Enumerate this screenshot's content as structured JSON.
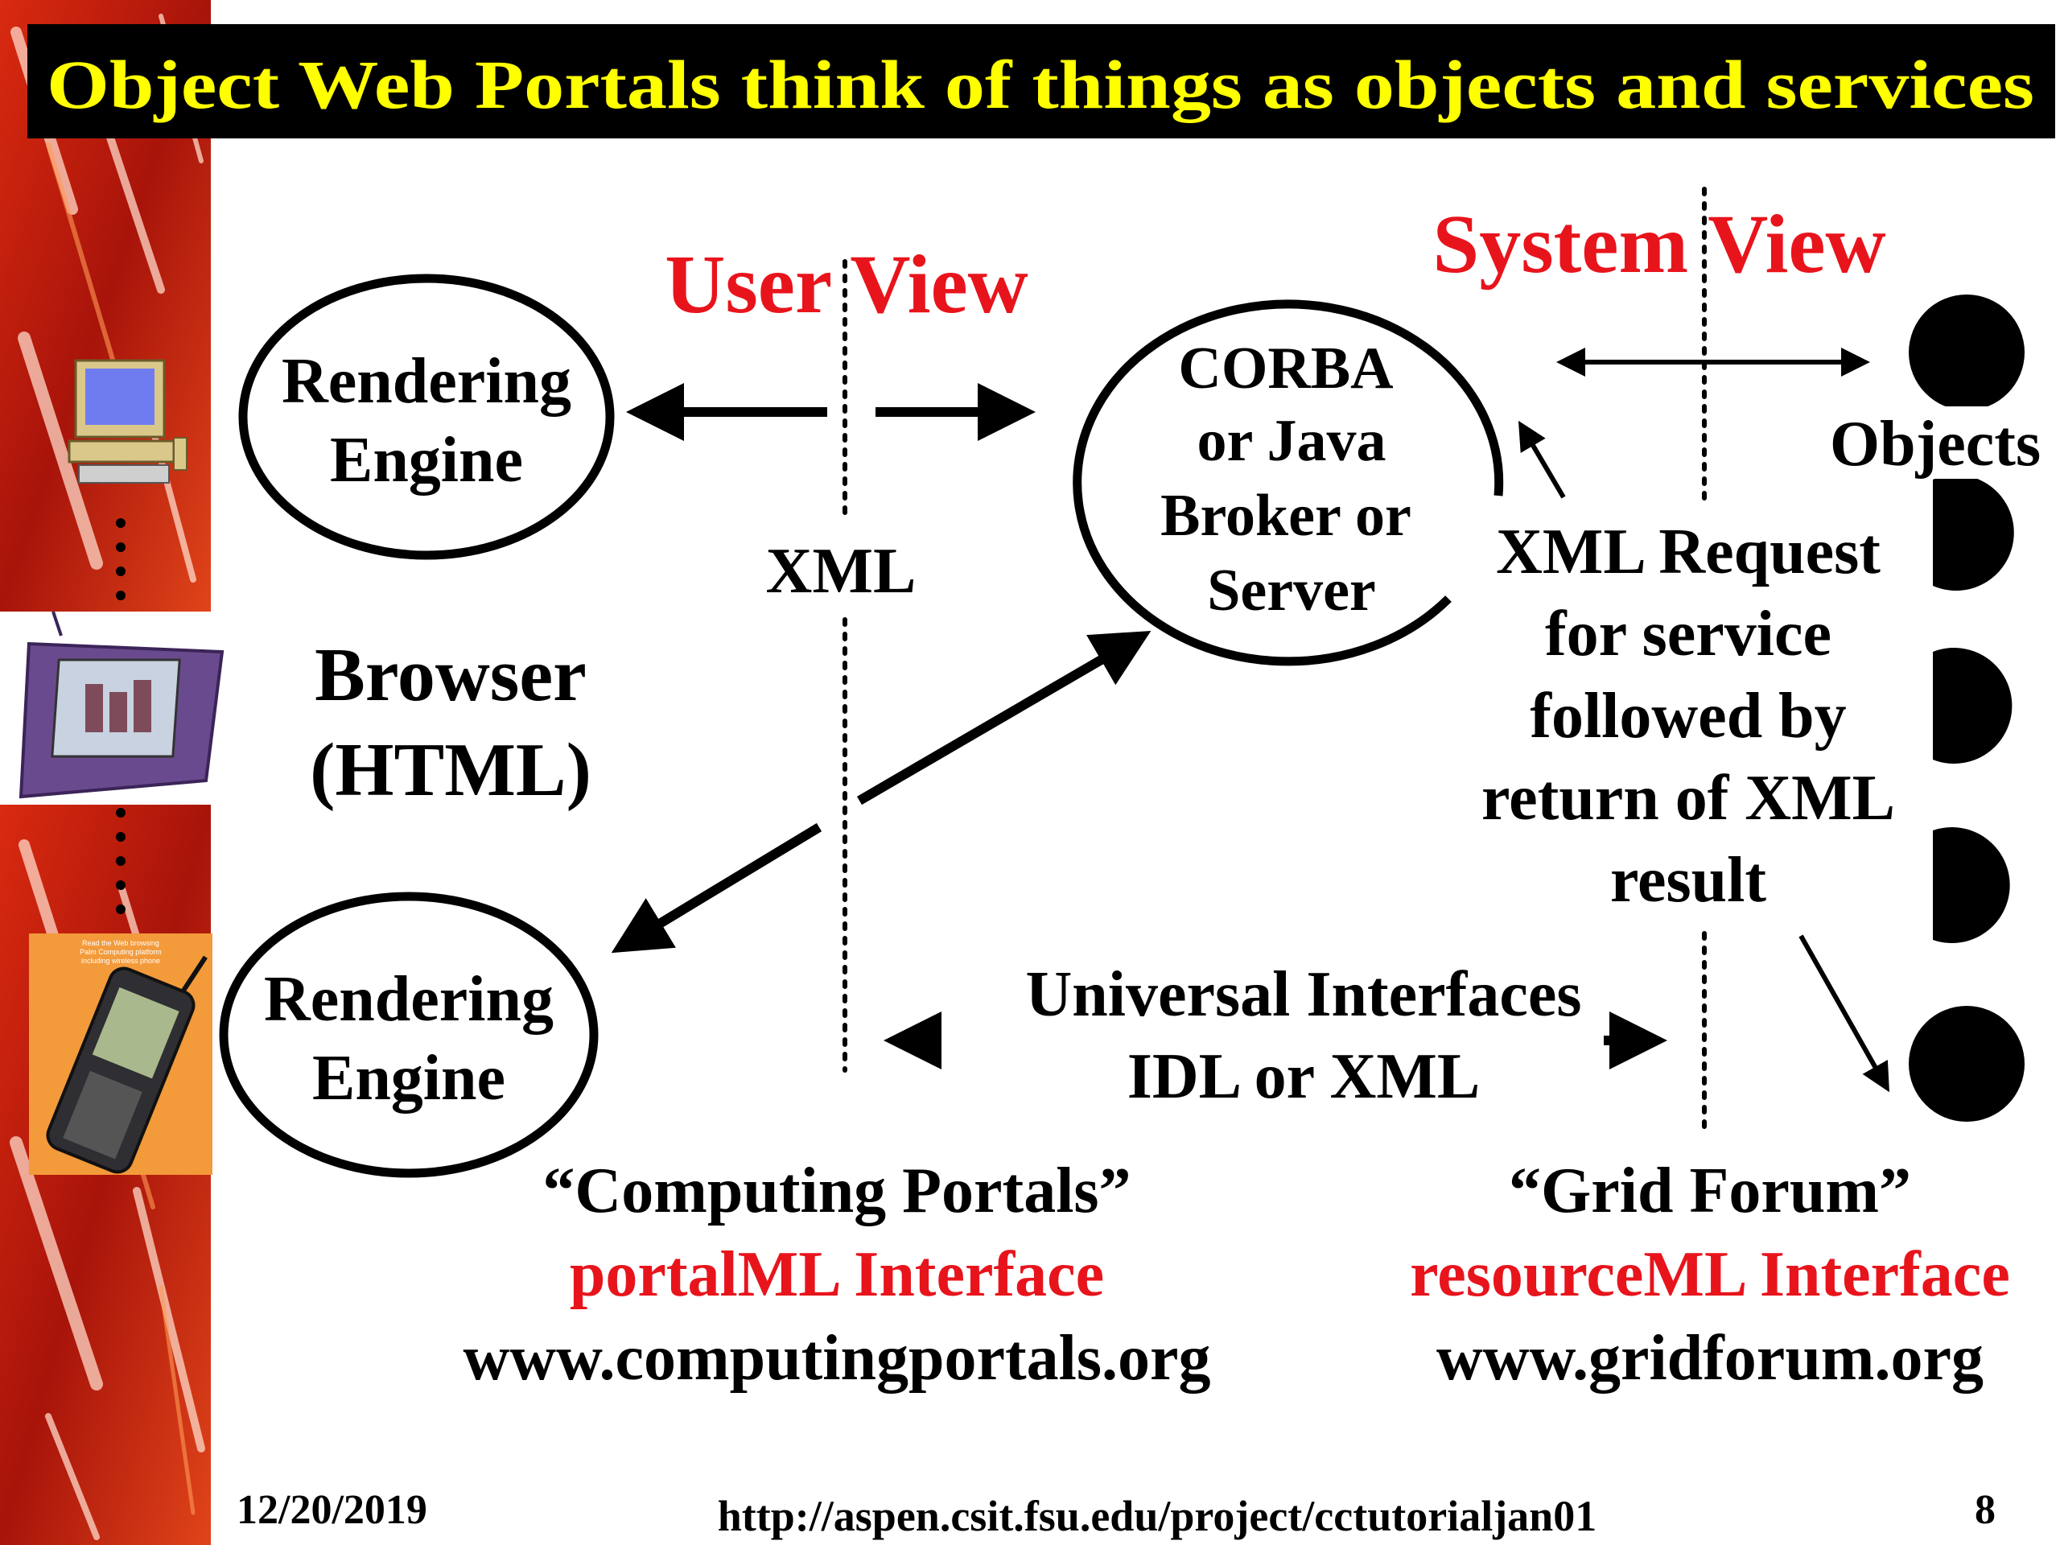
{
  "title": "Object Web Portals think of things as objects and services",
  "colors": {
    "title_bg": "#000000",
    "title_text": "#ffff00",
    "red": "#e8141c",
    "text": "#000000",
    "sidebar_red": "#c81e12",
    "sidebar_orange": "#f39a3a"
  },
  "labels": {
    "user_view": "User View",
    "system_view": "System View",
    "xml": "XML",
    "browser": "Browser",
    "browser_html": "(HTML)",
    "objects": "Objects",
    "rendering_engine_line1": "Rendering",
    "rendering_engine_line2": "Engine",
    "broker_lines": [
      "CORBA",
      "or Java",
      "Broker or",
      "Server"
    ],
    "xml_request_lines": [
      "XML Request",
      "for service",
      "followed by",
      "return of XML",
      "result"
    ],
    "universal_interfaces_lines": [
      "Universal Interfaces",
      "IDL or XML"
    ]
  },
  "left_block": {
    "name": "“Computing Portals”",
    "interface": "portalML Interface",
    "url": "www.computingportals.org"
  },
  "right_block": {
    "name": "“Grid Forum”",
    "interface": "resourceML Interface",
    "url": "www.gridforum.org"
  },
  "footer": {
    "date": "12/20/2019",
    "url": "http://aspen.csit.fsu.edu/project/cctutorialjan01",
    "page": "8"
  },
  "sidebar": {
    "icons": [
      "desktop-computer-icon",
      "tablet-device-icon",
      "mobile-phone-icon"
    ],
    "phone_card_text": [
      "Read the Web browsing",
      "Palm Computing platform",
      "including wireless phone"
    ]
  }
}
